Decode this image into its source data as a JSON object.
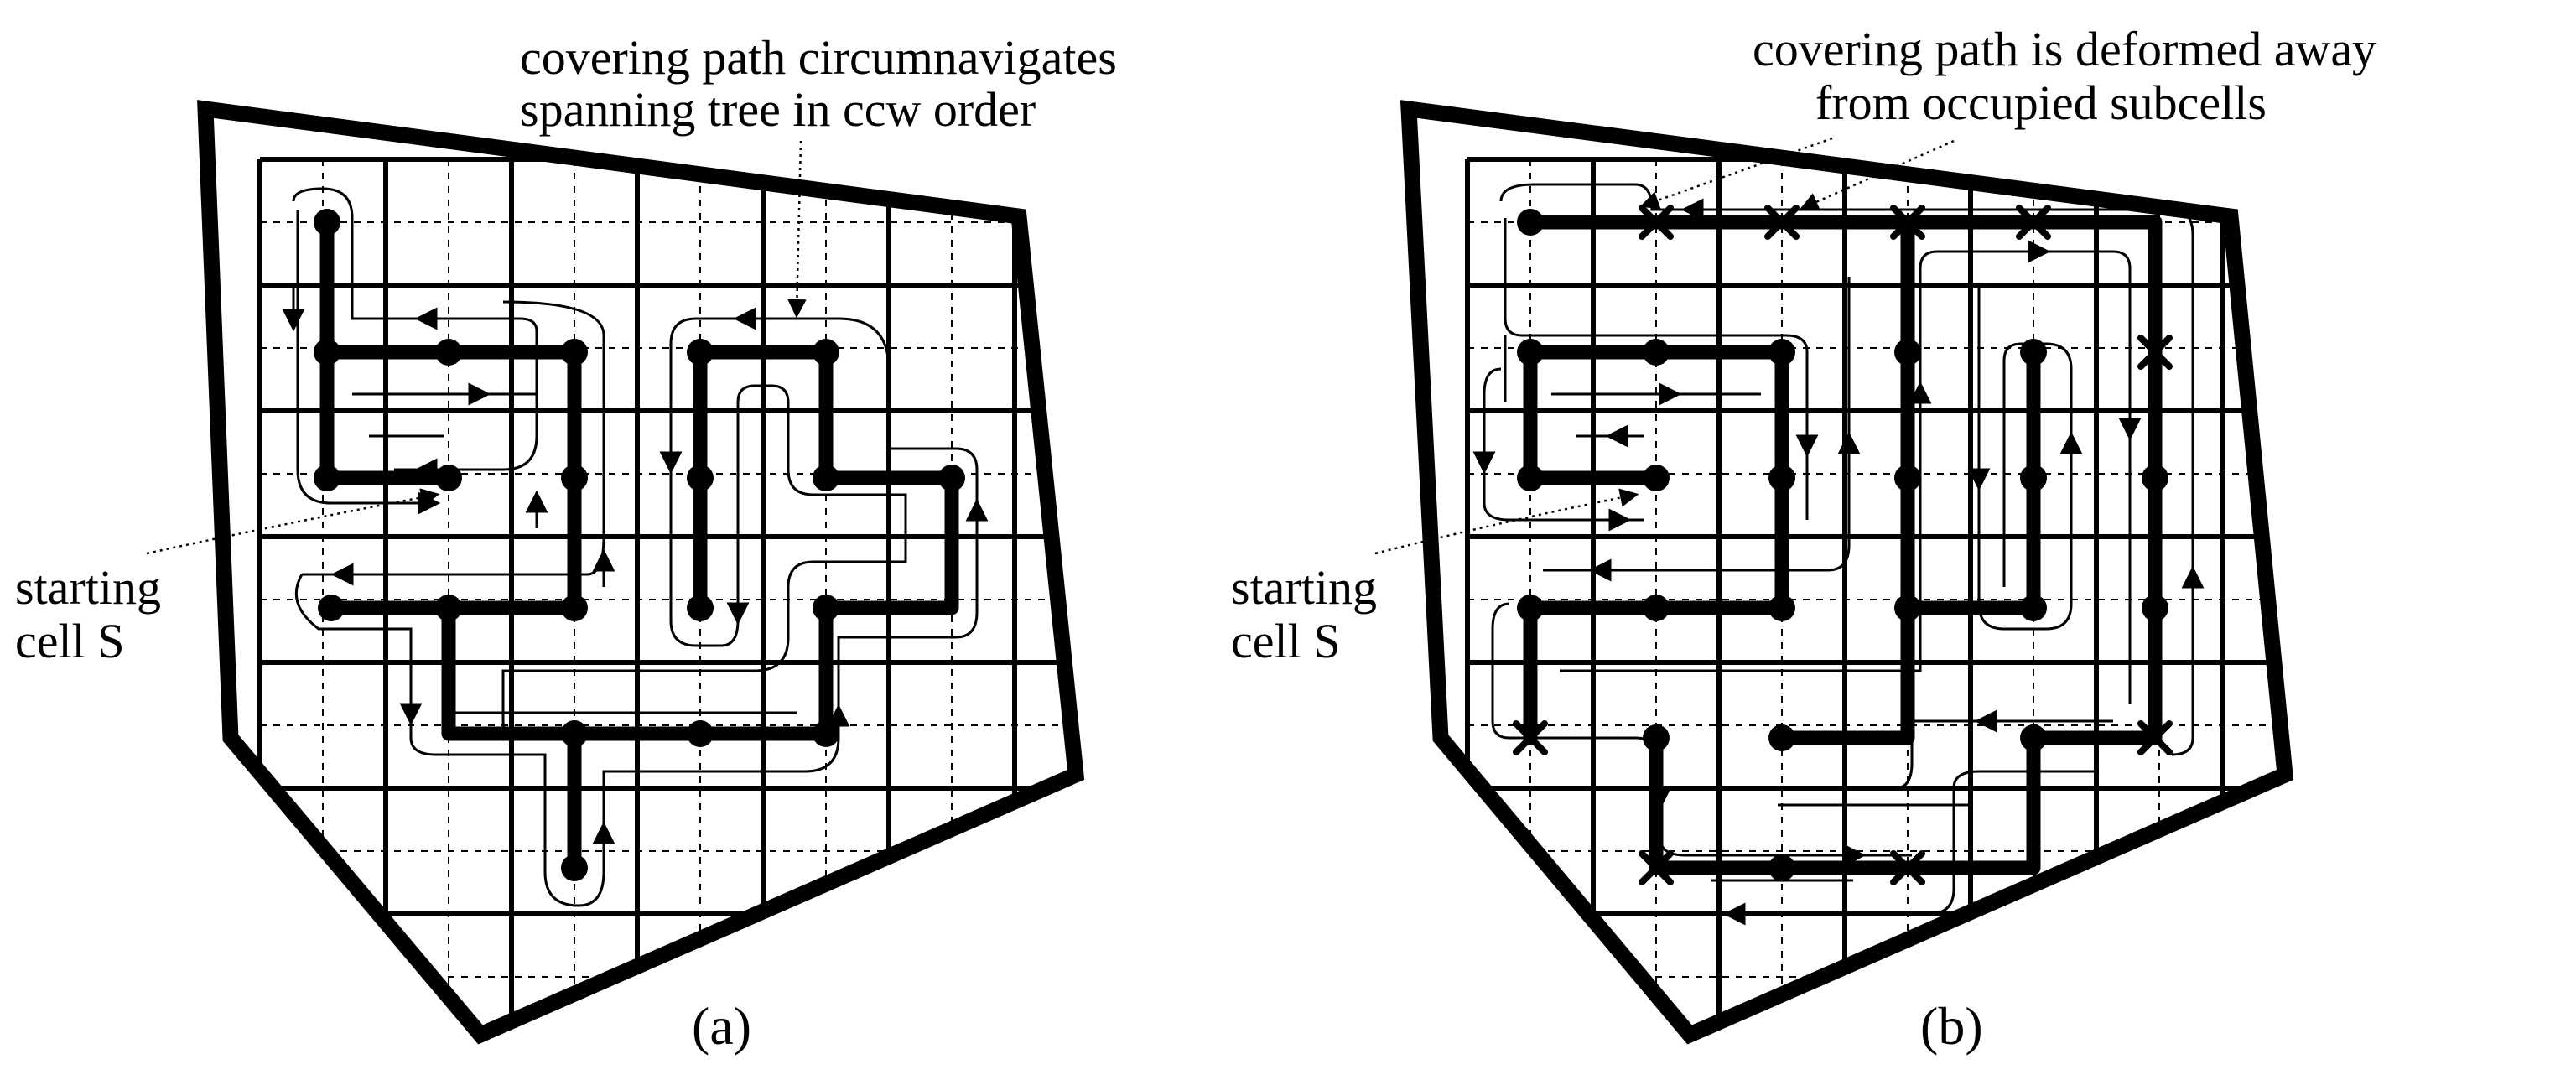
{
  "figure": {
    "panel_a": {
      "caption": "(a)",
      "annotation": [
        "covering path circumnavigates",
        "spanning tree in ccw order"
      ],
      "start_label": [
        "starting",
        "cell S"
      ]
    },
    "panel_b": {
      "caption": "(b)",
      "annotation": [
        "covering path is deformed away",
        "from occupied subcells"
      ],
      "start_label": [
        "starting",
        "cell S"
      ]
    }
  },
  "style": {
    "ink": "#000000",
    "background": "#ffffff"
  }
}
